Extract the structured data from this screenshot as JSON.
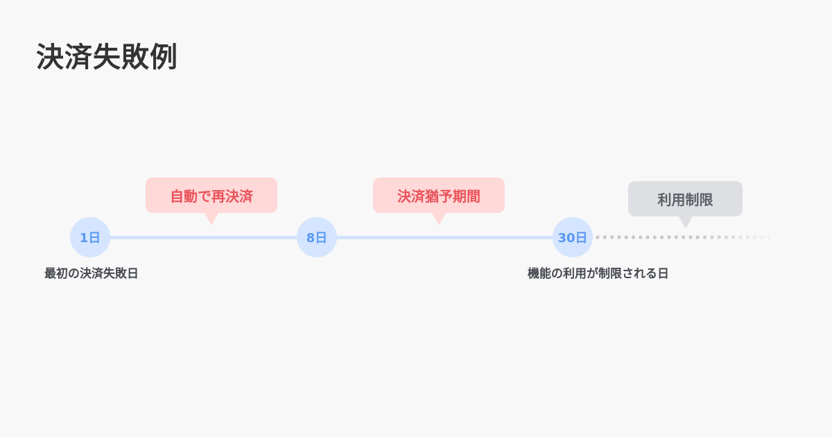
{
  "title": "決済失敗例",
  "milestones": [
    {
      "day": "1日",
      "label": "最初の決済失敗日"
    },
    {
      "day": "8日",
      "label": ""
    },
    {
      "day": "30日",
      "label": "機能の利用が制限される日"
    }
  ],
  "callouts": [
    {
      "text": "自動で再決済"
    },
    {
      "text": "決済猶予期間"
    },
    {
      "text": "利用制限"
    }
  ]
}
